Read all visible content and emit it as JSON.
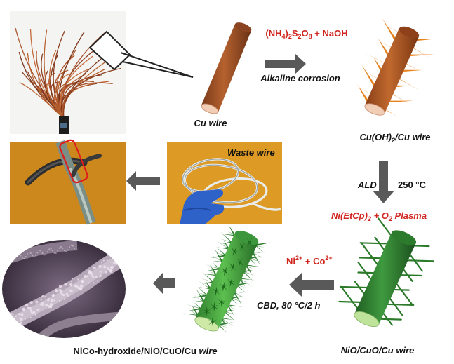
{
  "labels": {
    "cu_wire": "Cu wire",
    "reagent_1": {
      "pre": "(NH",
      "s1": "4",
      "m1": ")",
      "s2": "2",
      "m2": "S",
      "s3": "2",
      "m3": "O",
      "s4": "8",
      "post": " + NaOH"
    },
    "step_1": "Alkaline corrosion",
    "cuoh2": {
      "pre": "Cu(OH)",
      "s1": "2",
      "post": "/Cu wire"
    },
    "ald": "ALD",
    "temp_250": "250 °C",
    "precursor": {
      "pre": "Ni(EtCp)",
      "s1": "2",
      "m1": " + O",
      "s2": "2",
      "post": " Plasma"
    },
    "waste_wire": "Waste wire",
    "ions": {
      "a": "Ni",
      "sa": "2+",
      "m": " + Co",
      "sb": "2+"
    },
    "cbd": "CBD, 80 °C/2 h",
    "nio_label": "NiO/CuO/Cu wire",
    "final": {
      "pre": "NiCo-hydroxide/NiO/CuO/Cu ",
      "it": "wire"
    }
  },
  "colors": {
    "arrow": "#595959",
    "red_text": "#d0261f",
    "copper": "#a0522d",
    "copper_spike": "#e8821c",
    "nio_green": "#2e7d32",
    "final_green": "#47a447",
    "photo_orange": "#d9911f",
    "sem_purple": "#6e5d74"
  },
  "icons": [
    "arrow-right-icon",
    "arrow-down-icon",
    "arrow-left-icon"
  ]
}
